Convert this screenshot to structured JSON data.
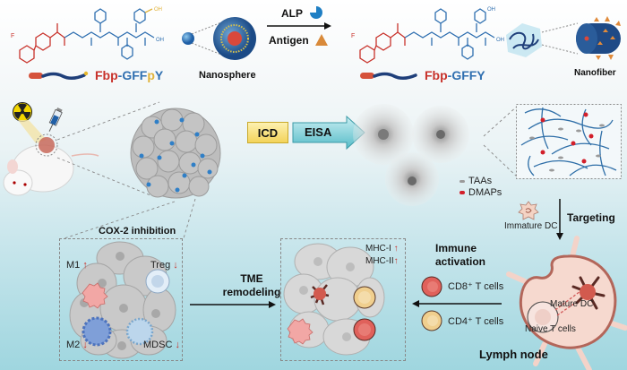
{
  "top_row": {
    "left_molecule": {
      "name_parts": [
        {
          "text": "Fbp",
          "color": "#c8322b"
        },
        {
          "text": "-GFF",
          "color": "#2f6fb0"
        },
        {
          "text": "p",
          "color": "#e0b33a"
        },
        {
          "text": "Y",
          "color": "#2f6fb0"
        }
      ],
      "phosphate_label": "OH",
      "acid_label": "OH",
      "fluorine_label": "F"
    },
    "nanosphere_label": "Nanosphere",
    "reaction": {
      "top_label": "ALP",
      "bottom_label": "Antigen"
    },
    "right_molecule": {
      "name_parts": [
        {
          "text": "Fbp",
          "color": "#c8322b"
        },
        {
          "text": "-GFFY",
          "color": "#2f6fb0"
        }
      ],
      "hydroxyl_label": "OH",
      "acid_label": "OH",
      "fluorine_label": "F"
    },
    "nanofiber_label": "Nanofiber"
  },
  "middle_row": {
    "badges": [
      {
        "label": "ICD",
        "color": "#f3d35a"
      },
      {
        "label": "EISA",
        "color": "#7fd0d8"
      }
    ],
    "legend": [
      {
        "label": "TAAs",
        "color": "#9a9a9a"
      },
      {
        "label": "DMAPs",
        "color": "#d21f2a"
      }
    ],
    "immature_dc_label": "Immature DC",
    "targeting_label": "Targeting"
  },
  "bottom_row": {
    "cox2_label": "COX-2 inhibition",
    "cells_left": [
      {
        "label": "M1",
        "trend": "up"
      },
      {
        "label": "Treg",
        "trend": "down"
      },
      {
        "label": "M2",
        "trend": "down"
      },
      {
        "label": "MDSC",
        "trend": "down"
      }
    ],
    "tme_label_line1": "TME",
    "tme_label_line2": "remodeling",
    "mhc": [
      {
        "label": "MHC-I",
        "trend": "up"
      },
      {
        "label": "MHC-II",
        "trend": "up"
      }
    ],
    "immune_label_line1": "Immune",
    "immune_label_line2": "activation",
    "t_cells": [
      {
        "label": "CD8⁺ T cells",
        "color": "#e0615b"
      },
      {
        "label": "CD4⁺ T cells",
        "color": "#f0cf8e"
      }
    ],
    "mature_dc_label": "Mature DC",
    "naive_t_label": "Naive T cells",
    "lymph_node_label": "Lymph node"
  },
  "arrow_up": "↑",
  "arrow_down": "↓"
}
